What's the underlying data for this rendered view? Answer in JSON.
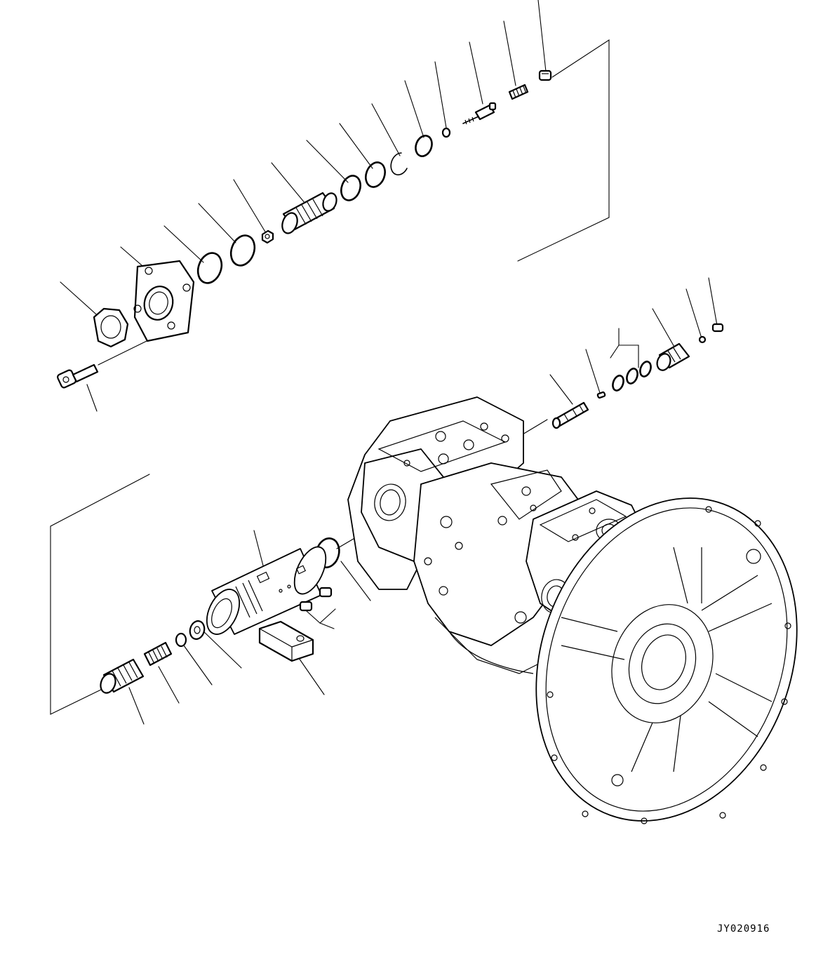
{
  "drawing": {
    "reference_code": "JY020916"
  },
  "parts": [
    {
      "id": "plug-top",
      "icon": "plug-icon"
    },
    {
      "id": "spring-top",
      "icon": "spring-icon"
    },
    {
      "id": "piston-pin",
      "icon": "pin-icon"
    },
    {
      "id": "ball",
      "icon": "ball-icon"
    },
    {
      "id": "o-ring-a",
      "icon": "o-ring-icon"
    },
    {
      "id": "snap-ring",
      "icon": "snap-ring-icon"
    },
    {
      "id": "o-ring-b",
      "icon": "o-ring-icon"
    },
    {
      "id": "o-ring-c",
      "icon": "o-ring-icon"
    },
    {
      "id": "sleeve",
      "icon": "sleeve-icon"
    },
    {
      "id": "nut-small",
      "icon": "nut-icon"
    },
    {
      "id": "o-ring-d",
      "icon": "o-ring-icon"
    },
    {
      "id": "o-ring-e",
      "icon": "o-ring-icon"
    },
    {
      "id": "flange",
      "icon": "flange-icon"
    },
    {
      "id": "hex-nut",
      "icon": "hex-nut-icon"
    },
    {
      "id": "bolt",
      "icon": "bolt-icon"
    },
    {
      "id": "spool",
      "icon": "spool-icon"
    },
    {
      "id": "pin-right",
      "icon": "pin-icon"
    },
    {
      "id": "seal-rings",
      "icon": "o-ring-icon"
    },
    {
      "id": "plug-right",
      "icon": "plug-icon"
    },
    {
      "id": "ball-right",
      "icon": "ball-icon"
    },
    {
      "id": "screw-right",
      "icon": "screw-icon"
    },
    {
      "id": "servo-cylinder",
      "icon": "cylinder-icon"
    },
    {
      "id": "o-ring-lower",
      "icon": "o-ring-icon"
    },
    {
      "id": "plugs-lower",
      "icon": "plug-icon"
    },
    {
      "id": "block",
      "icon": "block-icon"
    },
    {
      "id": "washer",
      "icon": "washer-icon"
    },
    {
      "id": "stopper",
      "icon": "stopper-icon"
    },
    {
      "id": "spring-lower",
      "icon": "spring-icon"
    },
    {
      "id": "spring-outer",
      "icon": "spring-icon"
    },
    {
      "id": "pump-assembly",
      "icon": "hydraulic-pump-icon"
    }
  ]
}
